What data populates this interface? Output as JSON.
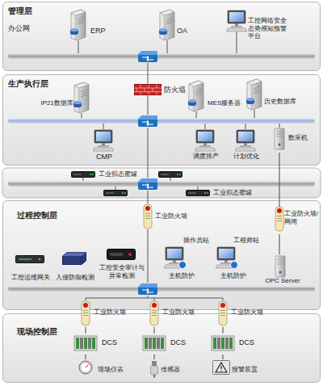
{
  "diagram": {
    "nodes": [
      {
        "text": [
          "管理层",
          "办公网"
        ]
      },
      {
        "text": [
          "ERP"
        ],
        "in": 0
      },
      {
        "text": [
          "OA"
        ],
        "in": 0
      },
      {
        "text": [
          "工控网络安全态势感知预警平台"
        ],
        "in": 0
      },
      {
        "text": [
          "生产执行层"
        ]
      },
      {
        "text": [
          "防火墙"
        ],
        "in": 4
      },
      {
        "text": [
          "IP21数据库"
        ],
        "in": 4
      },
      {
        "text": [
          "MES服务器"
        ],
        "in": 4
      },
      {
        "text": [
          "历史数据库"
        ],
        "in": 4
      },
      {
        "text": [
          "CMP"
        ],
        "in": 4
      },
      {
        "text": [
          "调度排产"
        ],
        "in": 4
      },
      {
        "text": [
          "计划优化"
        ],
        "in": 4
      },
      {
        "text": [
          "数采机"
        ],
        "in": 4
      },
      {
        "text": [
          "工业拟态蜜罐"
        ]
      },
      {
        "text": [
          "工业拟态蜜罐"
        ]
      },
      {
        "text": [
          "过程控制层"
        ]
      },
      {
        "text": [
          "工业防火墙"
        ],
        "in": 15
      },
      {
        "text": [
          "工业防火墙/网闸"
        ],
        "in": 15
      },
      {
        "text": [
          "工控运维网关"
        ],
        "in": 15
      },
      {
        "text": [
          "入侵防御检测"
        ],
        "in": 15
      },
      {
        "text": [
          "工控安全审计与异常检测"
        ],
        "in": 15
      },
      {
        "text": [
          "操作员站",
          "主机防护"
        ],
        "in": 15
      },
      {
        "text": [
          "工程师站",
          "主机防护"
        ],
        "in": 15
      },
      {
        "text": [
          "OPC Server"
        ],
        "in": 15
      },
      {
        "text": [
          "现场控制层"
        ]
      },
      {
        "text": [
          "工业防火墙"
        ],
        "in": 24
      },
      {
        "text": [
          "工业防火墙"
        ],
        "in": 24
      },
      {
        "text": [
          "工业防火墙"
        ],
        "in": 24
      },
      {
        "text": [
          "DCS"
        ],
        "in": 24
      },
      {
        "text": [
          "DCS"
        ],
        "in": 24
      },
      {
        "text": [
          "DCS"
        ],
        "in": 24
      },
      {
        "text": [
          "现场仪表"
        ],
        "in": 24
      },
      {
        "text": [
          "传感器"
        ],
        "in": 24
      },
      {
        "text": [
          "报警装置"
        ],
        "in": 24
      }
    ],
    "edges": [
      {
        "from": 12,
        "to": 17,
        "arrow": "none"
      },
      {
        "from": 17,
        "to": 23,
        "arrow": "none"
      },
      {
        "from": 25,
        "to": 28,
        "arrow": "none"
      },
      {
        "from": 26,
        "to": 29,
        "arrow": "none"
      },
      {
        "from": 27,
        "to": 30,
        "arrow": "none"
      },
      {
        "from": 28,
        "to": 31,
        "arrow": "none"
      },
      {
        "from": 29,
        "to": 32,
        "arrow": "none"
      },
      {
        "from": 30,
        "to": 33,
        "arrow": "none"
      }
    ]
  }
}
